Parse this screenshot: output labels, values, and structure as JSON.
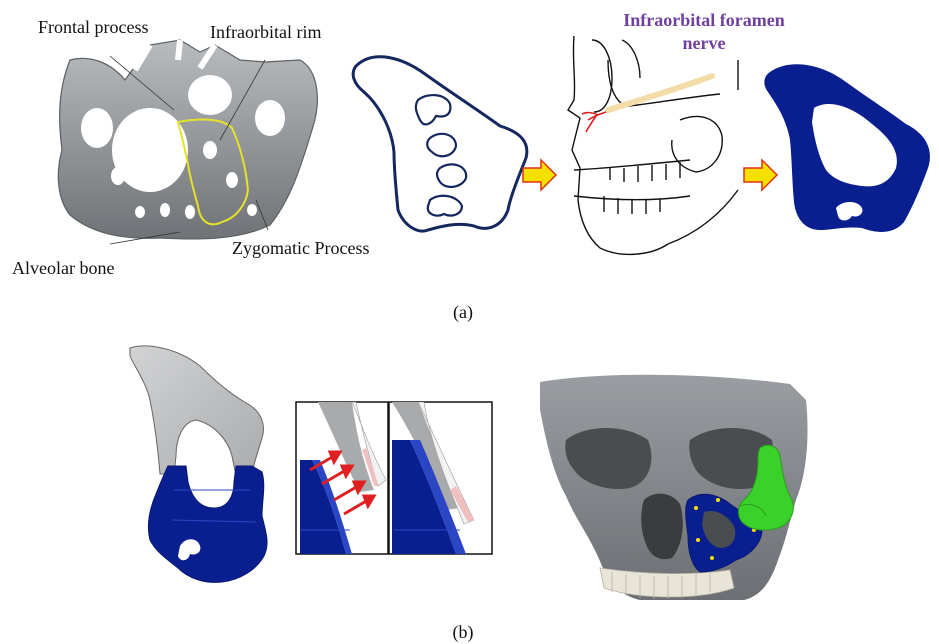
{
  "labels": {
    "frontal_process": "Frontal process",
    "infraorbital_rim": "Infraorbital rim",
    "alveolar_bone": "Alveolar bone",
    "zygomatic_process": "Zygomatic Process",
    "foramen_line1": "Infraorbital foramen",
    "foramen_line2": "nerve",
    "panel_a": "(a)",
    "panel_b": "(b)"
  },
  "colors": {
    "implant_blue": "#0a1f8f",
    "implant_dark": "#081870",
    "outline_navy": "#14285e",
    "bone_gray": "#8c8f93",
    "rim_yellow": "#e6e22a",
    "arrow_fill": "#f5e000",
    "arrow_border": "#e03010",
    "nerve_color": "#f3dca8",
    "label_purple": "#7040a0",
    "red_arrow": "#e02020",
    "green_part": "#3ad22a"
  }
}
